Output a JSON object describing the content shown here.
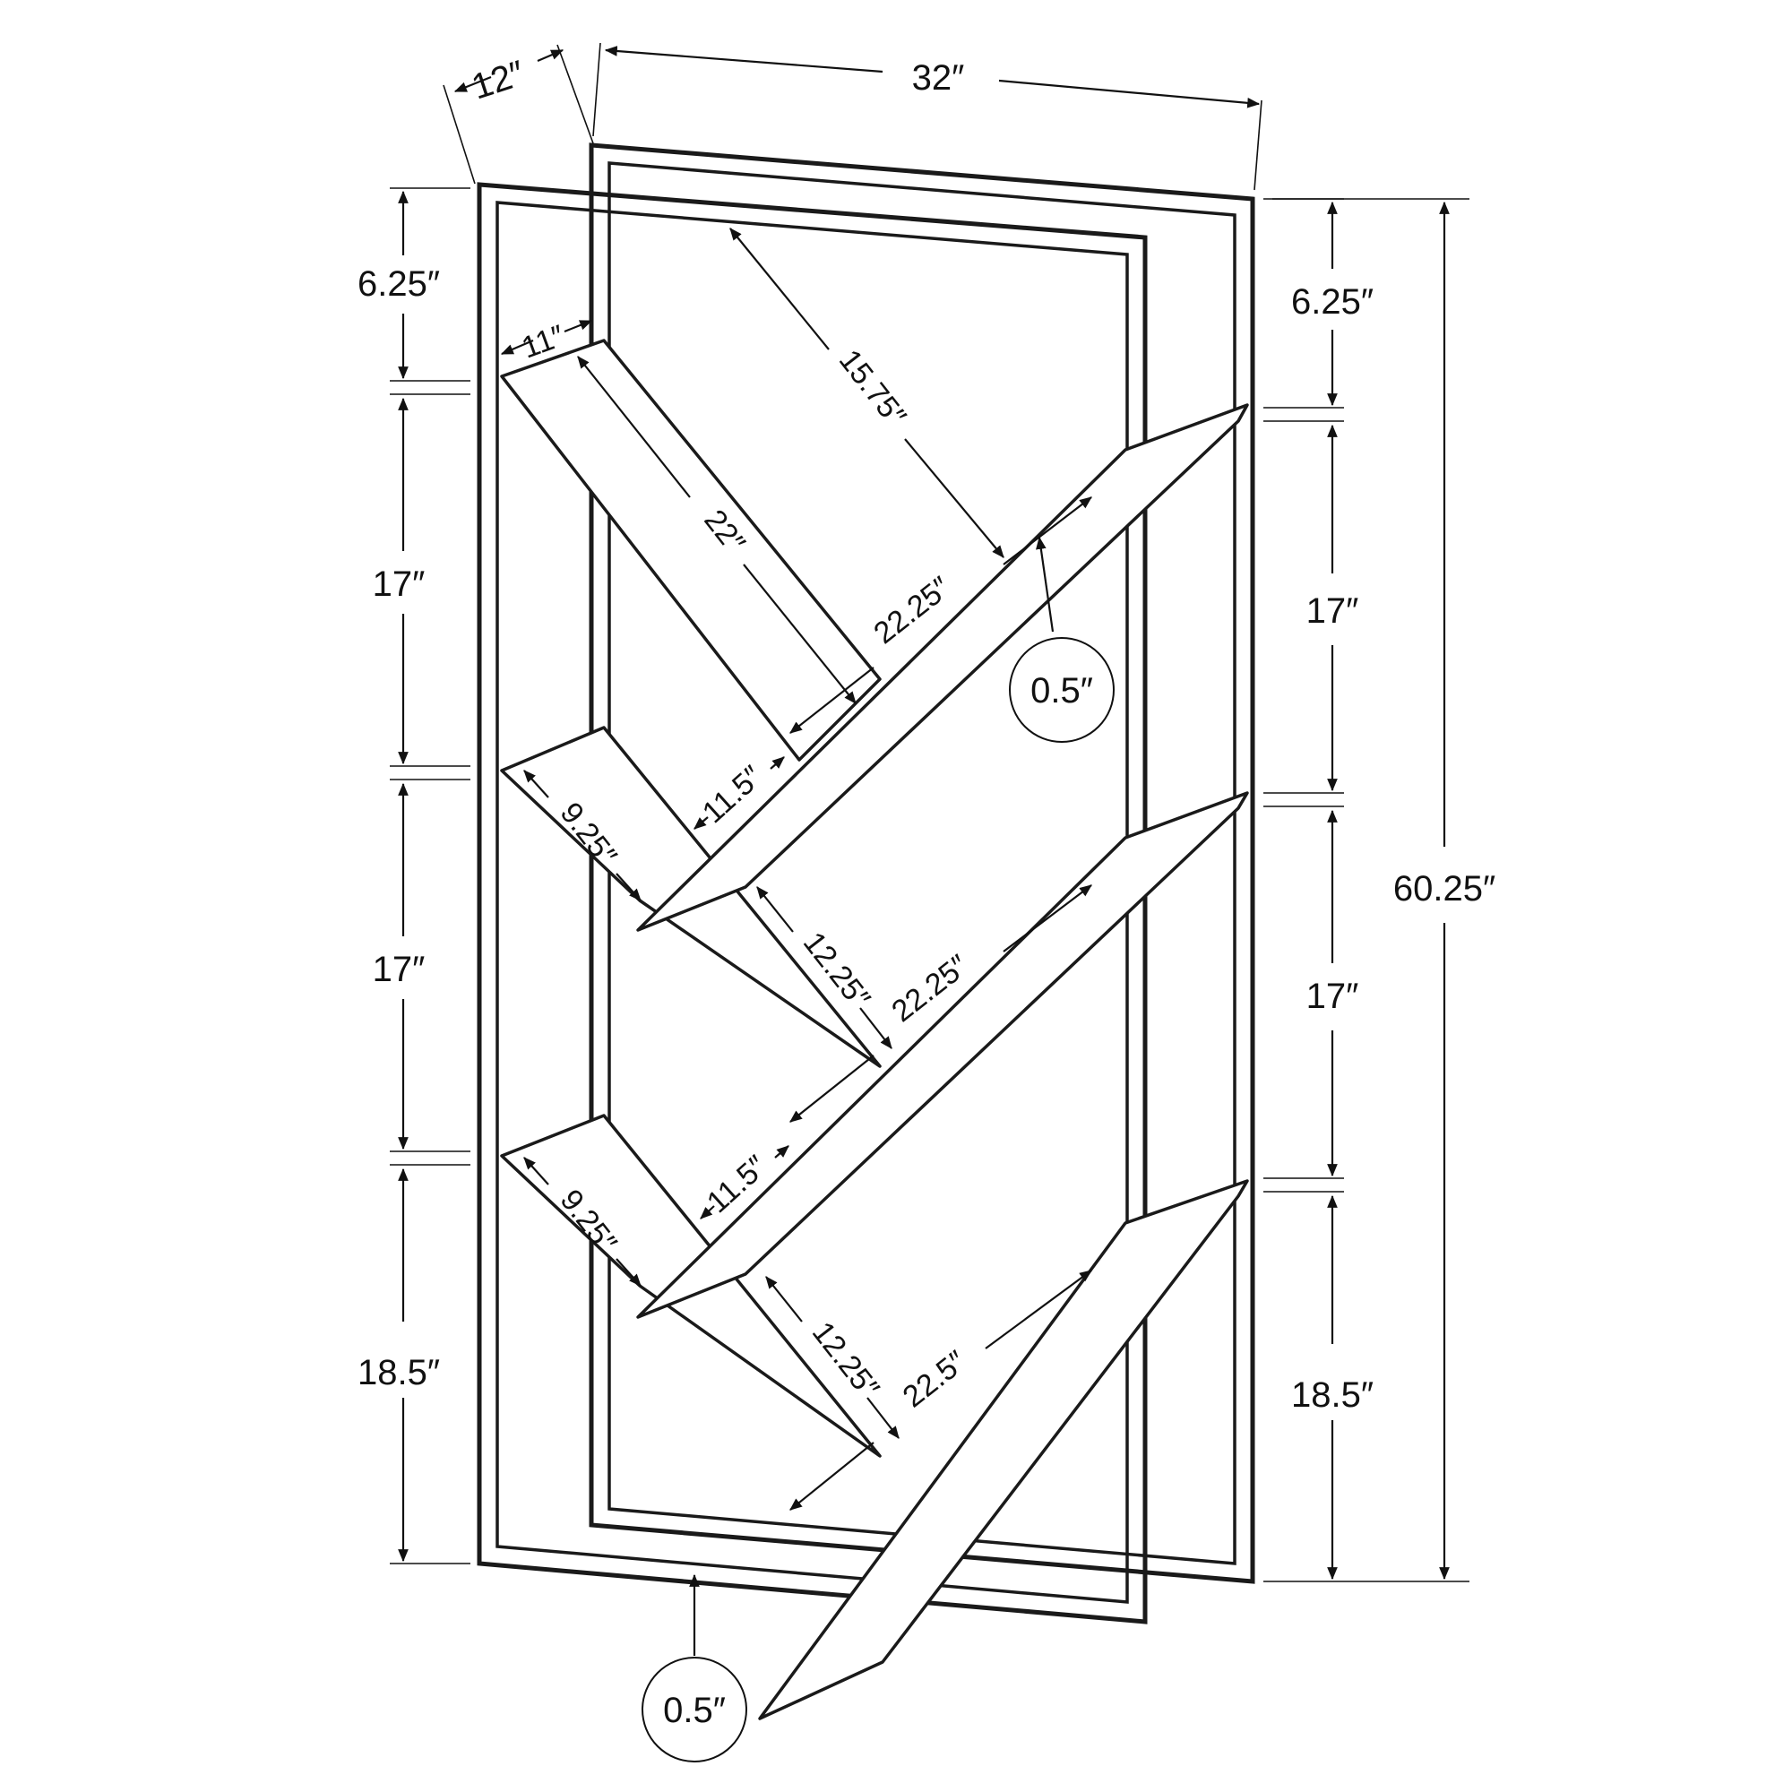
{
  "dimensions": {
    "depth": "12″",
    "width": "32″",
    "overall_height": "60.25″",
    "left_heights": [
      "6.25″",
      "17″",
      "17″",
      "18.5″"
    ],
    "right_heights": [
      "6.25″",
      "17″",
      "17″",
      "18.5″"
    ],
    "top_shelf_depth": "11″",
    "top_shelf_length": "22″",
    "top_gap": "15.75″",
    "shelf_lengths": [
      "22.25″",
      "22.25″",
      "22.5″"
    ],
    "small_shelf_depths": [
      "9.25″",
      "9.25″"
    ],
    "small_shelf_gaps": [
      "11.5″",
      "11.5″"
    ],
    "small_shelf_clearances": [
      "12.25″",
      "12.25″"
    ],
    "material_thickness_callouts": [
      "0.5″",
      "0.5″"
    ]
  }
}
